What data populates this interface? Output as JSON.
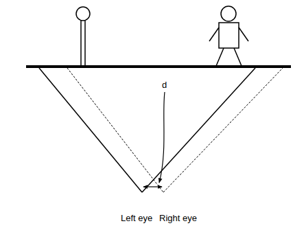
{
  "diagram": {
    "labels": [
      "d",
      "Left eye",
      "Right eye"
    ]
  }
}
